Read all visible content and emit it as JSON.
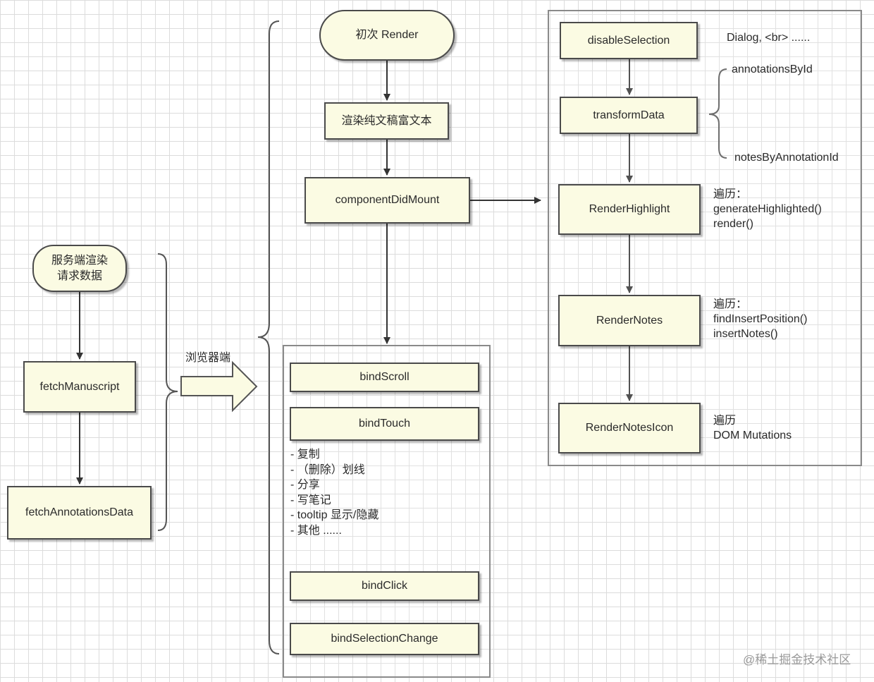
{
  "left": {
    "server_render": "服务端渲染\n请求数据",
    "fetch_manuscript": "fetchManuscript",
    "fetch_annotations": "fetchAnnotationsData",
    "browser_side": "浏览器端"
  },
  "middle": {
    "first_render": "初次 Render",
    "render_text": "渲染纯文稿富文本",
    "component_did_mount": "componentDidMount",
    "bind_scroll": "bindScroll",
    "bind_touch": "bindTouch",
    "touch_items": [
      "- 复制",
      "- （删除）划线",
      "- 分享",
      "- 写笔记",
      "- tooltip 显示/隐藏",
      "- 其他 ......"
    ],
    "bind_click": "bindClick",
    "bind_selection_change": "bindSelectionChange"
  },
  "right": {
    "disable_selection": "disableSelection",
    "disable_note": "Dialog, <br> ......",
    "transform_data": "transformData",
    "annotations_by_id": "annotationsById",
    "notes_by_annotation_id": "notesByAnnotationId",
    "render_highlight": "RenderHighlight",
    "highlight_note": "遍历：\ngenerateHighlighted()\nrender()",
    "render_notes": "RenderNotes",
    "notes_note": "遍历：\nfindInsertPosition()\ninsertNotes()",
    "render_notes_icon": "RenderNotesIcon",
    "icon_note": "遍历\nDOM Mutations"
  },
  "watermark": "@稀土掘金技术社区"
}
